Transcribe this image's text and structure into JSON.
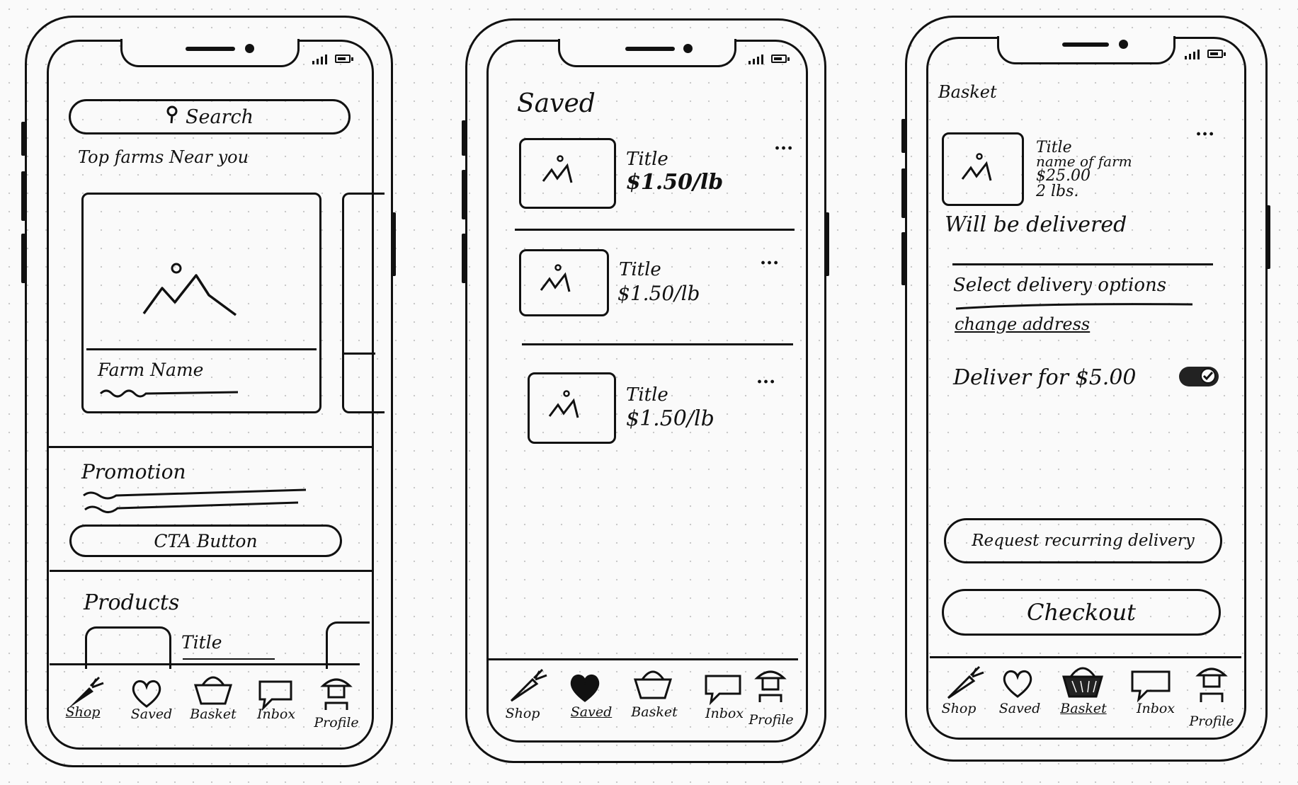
{
  "screens": {
    "shop": {
      "search_placeholder": "Search",
      "section_title": "Top farms Near you",
      "farm_card_name": "Farm Name",
      "promotion_title": "Promotion",
      "cta_label": "CTA Button",
      "products_title": "Products",
      "product_title": "Title"
    },
    "saved": {
      "header": "Saved",
      "items": [
        {
          "title": "Title",
          "price": "$1.50/lb"
        },
        {
          "title": "Title",
          "price": "$1.50/lb"
        },
        {
          "title": "Title",
          "price": "$1.50/lb"
        }
      ]
    },
    "basket": {
      "header": "Basket",
      "item": {
        "title": "Title",
        "farm": "name of farm",
        "price": "$25.00",
        "qty": "2 lbs."
      },
      "delivery_note": "Will be delivered",
      "select_delivery": "Select delivery options",
      "change_address": "change address",
      "deliver_for": "Deliver for $5.00",
      "recurring_label": "Request recurring delivery",
      "checkout_label": "Checkout"
    }
  },
  "nav": {
    "shop": "Shop",
    "saved": "Saved",
    "basket": "Basket",
    "inbox": "Inbox",
    "profile": "Profile"
  },
  "overflow_icon": "..."
}
